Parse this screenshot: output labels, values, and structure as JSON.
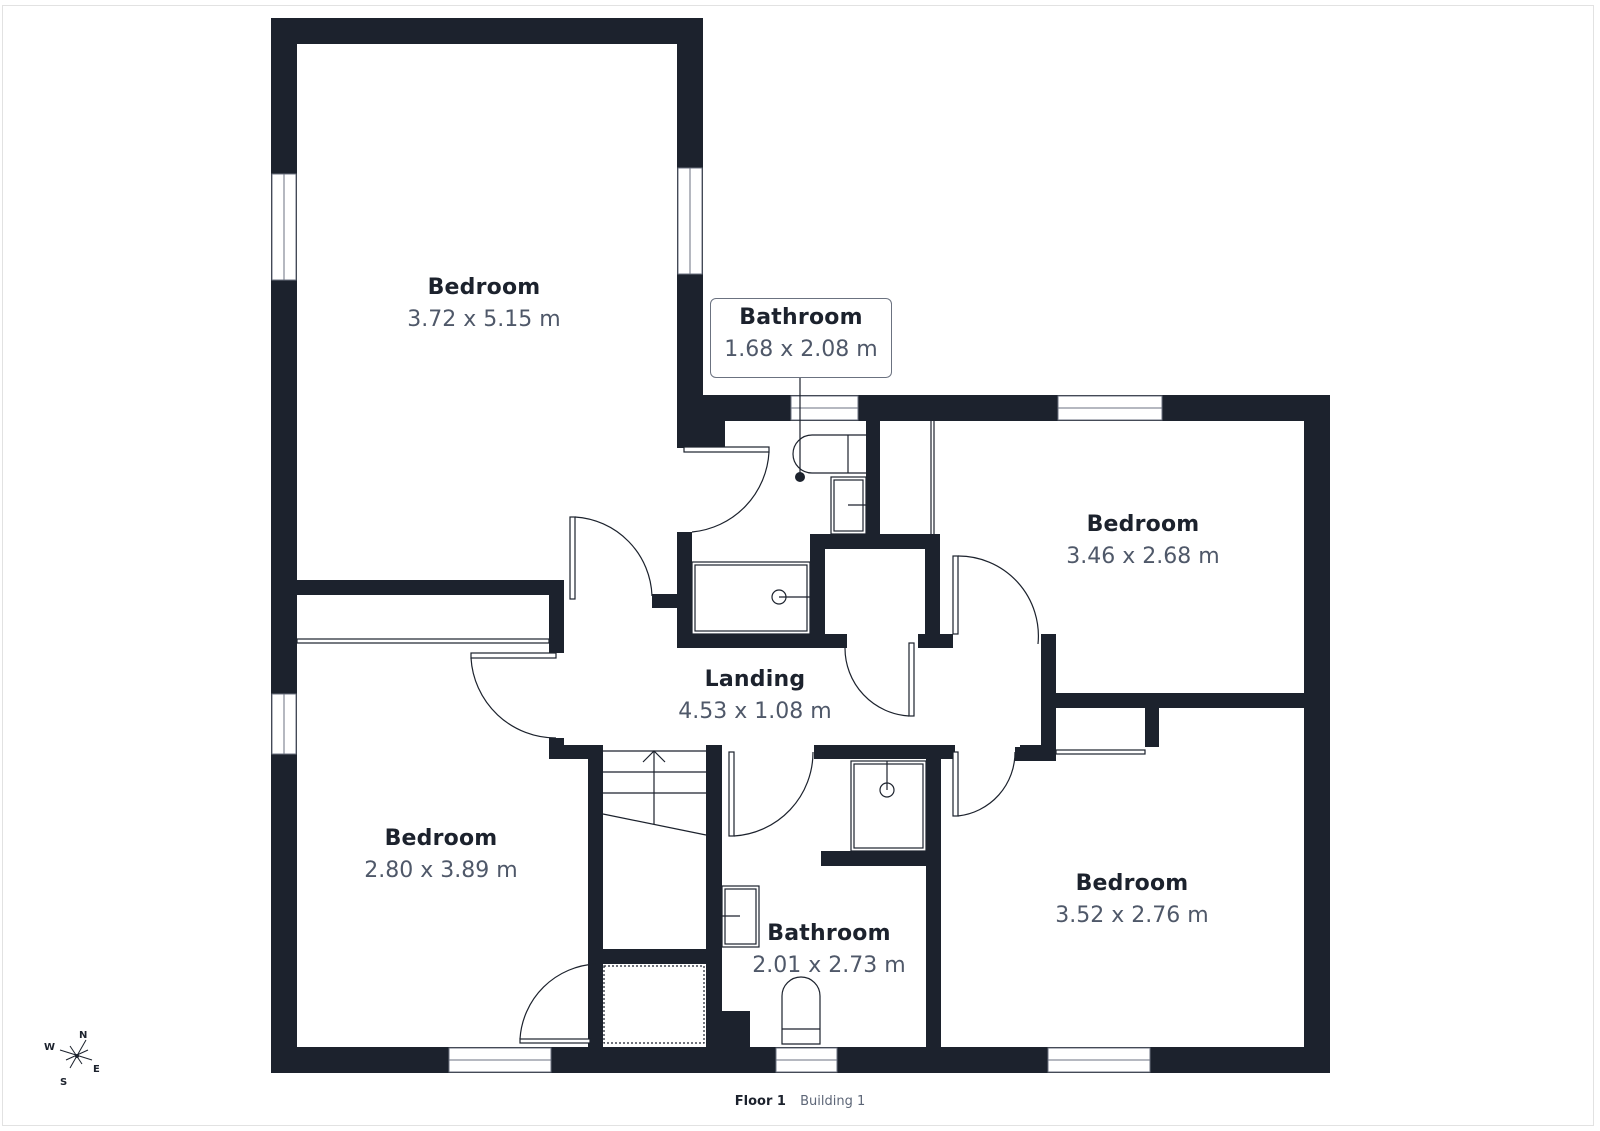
{
  "plan": {
    "wall_color": "#1c222d",
    "label_color": "#1c222d",
    "dim_color": "#4f5869"
  },
  "rooms": [
    {
      "name": "Bedroom",
      "dimensions": "3.72 x 5.15 m"
    },
    {
      "name": "Bathroom",
      "dimensions": "1.68 x 2.08 m"
    },
    {
      "name": "Bedroom",
      "dimensions": "3.46 x 2.68 m"
    },
    {
      "name": "Landing",
      "dimensions": "4.53 x 1.08 m"
    },
    {
      "name": "Bedroom",
      "dimensions": "2.80 x 3.89 m"
    },
    {
      "name": "Bathroom",
      "dimensions": "2.01 x 2.73 m"
    },
    {
      "name": "Bedroom",
      "dimensions": "3.52 x 2.76 m"
    }
  ],
  "compass": {
    "n": "N",
    "s": "S",
    "e": "E",
    "w": "W"
  },
  "footer": {
    "floor": "Floor 1",
    "building": "Building 1"
  }
}
